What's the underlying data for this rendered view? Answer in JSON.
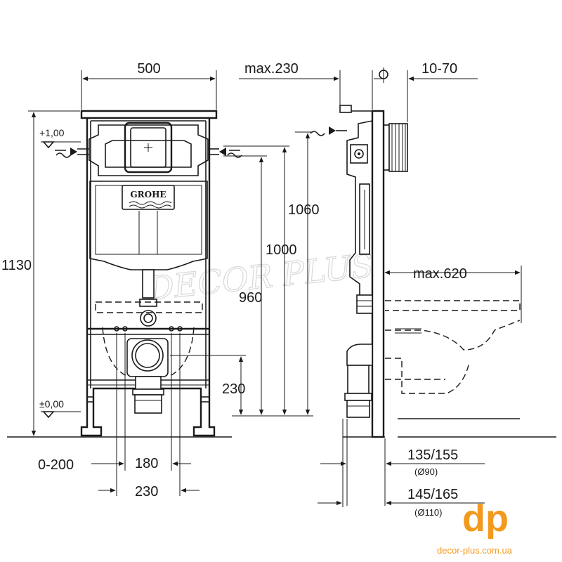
{
  "colors": {
    "line": "#1a1a1a",
    "accent": "#f39a1e",
    "watermark": "#d8d8d8"
  },
  "brand_plate": "GROHE",
  "watermark": "DECOR PLUS",
  "levels": {
    "top": "+1,00",
    "floor": "±0,00"
  },
  "dims": {
    "frame_width": "500",
    "total_height": "1130",
    "h1060": "1060",
    "h1000": "1000",
    "h960": "960",
    "h230": "230",
    "offset": "0-200",
    "spacing_180": "180",
    "spacing_230": "230",
    "max230": "max.230",
    "range_10_70": "10-70",
    "max620": "max.620",
    "d135": "135/155",
    "d135_note": "(Ø90)",
    "d145": "145/165",
    "d145_note": "(Ø110)"
  },
  "logo": {
    "letters": "dp",
    "url": "decor-plus.com.ua"
  }
}
